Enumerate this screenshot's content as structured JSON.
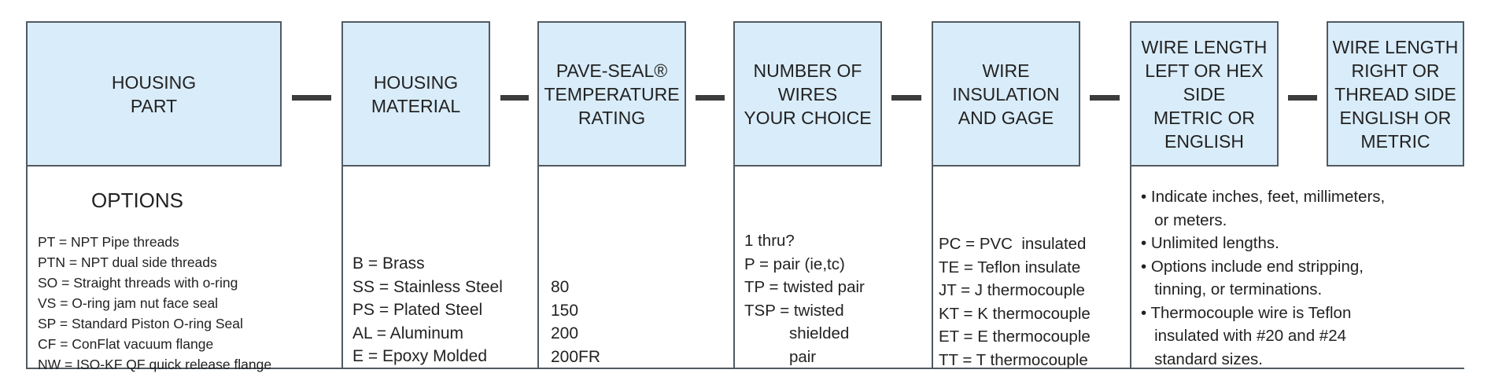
{
  "headers": [
    {
      "label": "HOUSING\nPART"
    },
    {
      "label": "HOUSING\nMATERIAL"
    },
    {
      "label": "PAVE-SEAL®\nTEMPERATURE\nRATING"
    },
    {
      "label": "NUMBER OF\nWIRES\nYOUR CHOICE"
    },
    {
      "label": "WIRE\nINSULATION\nAND GAGE"
    },
    {
      "label": "WIRE LENGTH\nLEFT OR HEX\nSIDE\nMETRIC OR\nENGLISH"
    },
    {
      "label": "WIRE LENGTH\nRIGHT OR\nTHREAD SIDE\nENGLISH OR\nMETRIC"
    }
  ],
  "options_heading": "OPTIONS",
  "housing_part_options": [
    "PT = NPT Pipe threads",
    "PTN = NPT dual side threads",
    "SO = Straight threads with o-ring",
    "VS = O-ring jam nut face seal",
    "SP = Standard Piston O-ring Seal",
    "CF = ConFlat vacuum flange",
    "NW = ISO-KF QF quick release flange"
  ],
  "housing_material_options": [
    "B = Brass",
    "SS = Stainless Steel",
    "PS = Plated Steel",
    "AL = Aluminum",
    "E = Epoxy Molded"
  ],
  "temperature_options": [
    "80",
    "150",
    "200",
    "200FR"
  ],
  "wires_options": [
    "1 thru?",
    "P = pair (ie,tc)",
    "TP = twisted pair",
    "TSP = twisted",
    "          shielded",
    "          pair"
  ],
  "insulation_options": [
    "PC = PVC  insulated",
    "TE = Teflon insulate",
    "JT = J thermocouple",
    "KT = K thermocouple",
    "ET = E thermocouple",
    "TT = T thermocouple"
  ],
  "length_notes": [
    "• Indicate inches, feet, millimeters,",
    "   or meters.",
    "• Unlimited lengths.",
    "• Options include end stripping,",
    "   tinning, or terminations.",
    "• Thermocouple wire is Teflon",
    "   insulated with #20 and #24",
    "   standard sizes."
  ]
}
